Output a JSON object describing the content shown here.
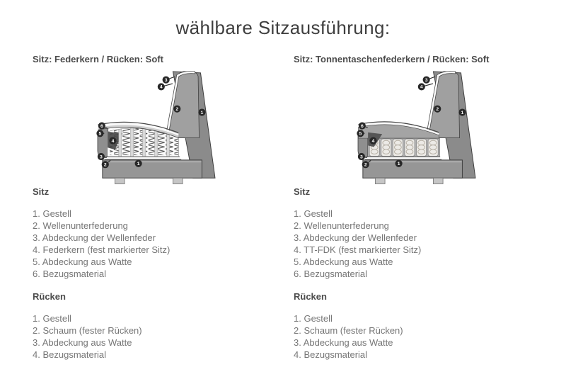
{
  "page": {
    "title": "wählbare Sitzausführung:"
  },
  "colors": {
    "background": "#ffffff",
    "title_text": "#3f3f3f",
    "heading_text": "#4c4c4c",
    "body_text": "#767676",
    "diagram_outline": "#3f3f3f",
    "diagram_gray": "#9a9a9a"
  },
  "columns": [
    {
      "heading": "Sitz: Federkern / Rücken: Soft",
      "diagram": {
        "callouts": [
          "3",
          "4",
          "2",
          "1",
          "6",
          "5",
          "4",
          "3",
          "2",
          "1"
        ]
      },
      "sitz": {
        "heading": "Sitz",
        "items": [
          "1. Gestell",
          "2. Wellenunterfederung",
          "3. Abdeckung der Wellenfeder",
          "4. Federkern (fest markierter Sitz)",
          "5. Abdeckung aus Watte",
          "6. Bezugsmaterial"
        ]
      },
      "ruecken": {
        "heading": "Rücken",
        "items": [
          "1. Gestell",
          "2. Schaum (fester Rücken)",
          "3. Abdeckung aus Watte",
          "4. Bezugsmaterial"
        ]
      }
    },
    {
      "heading": "Sitz: Tonnentaschenfederkern / Rücken: Soft",
      "diagram": {
        "callouts": [
          "3",
          "4",
          "2",
          "1",
          "6",
          "5",
          "4",
          "3",
          "2",
          "1"
        ]
      },
      "sitz": {
        "heading": "Sitz",
        "items": [
          "1. Gestell",
          "2. Wellenunterfederung",
          "3. Abdeckung der Wellenfeder",
          "4. TT-FDK (fest markierter Sitz)",
          "5. Abdeckung aus Watte",
          "6. Bezugsmaterial"
        ]
      },
      "ruecken": {
        "heading": "Rücken",
        "items": [
          "1. Gestell",
          "2. Schaum (fester Rücken)",
          "3. Abdeckung aus Watte",
          "4. Bezugsmaterial"
        ]
      }
    }
  ]
}
